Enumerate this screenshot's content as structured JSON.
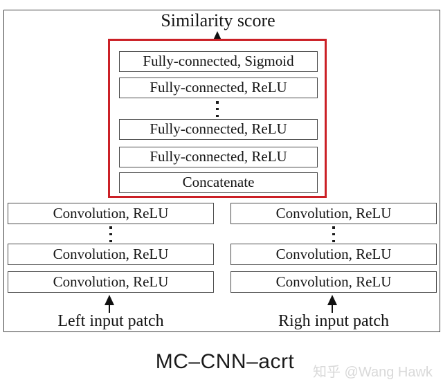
{
  "diagram": {
    "output_label": "Similarity score",
    "fc_module": {
      "layers": [
        "Fully-connected, Sigmoid",
        "Fully-connected, ReLU",
        "Fully-connected, ReLU",
        "Fully-connected, ReLU",
        "Concatenate"
      ]
    },
    "left_branch": {
      "layers": [
        "Convolution, ReLU",
        "Convolution, ReLU",
        "Convolution, ReLU"
      ],
      "input_label": "Left input patch"
    },
    "right_branch": {
      "layers": [
        "Convolution, ReLU",
        "Convolution, ReLU",
        "Convolution, ReLU"
      ],
      "input_label": "Righ input patch"
    }
  },
  "caption": "MC–CNN–acrt",
  "watermark": "知乎 @Wang Hawk",
  "colors": {
    "highlight-red": "#cb2026",
    "line-dark": "#3d3d3d",
    "watermark-gray": "#d9d9d9"
  }
}
